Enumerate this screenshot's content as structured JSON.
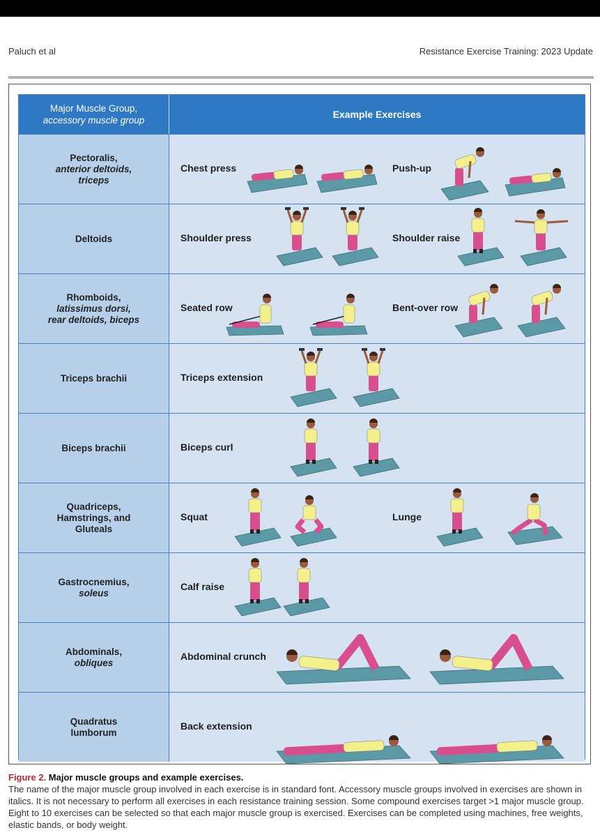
{
  "header": {
    "left": "Paluch et al",
    "right": "Resistance Exercise Training: 2023 Update"
  },
  "table": {
    "col1_header_line1": "Major Muscle Group,",
    "col1_header_line2": "accessory muscle group",
    "col2_header": "Example Exercises",
    "rows": [
      {
        "major": [
          "Pectoralis,"
        ],
        "accessory": [
          "anterior deltoids,",
          "triceps"
        ],
        "exercises": [
          "Chest press",
          "Push-up"
        ]
      },
      {
        "major": [
          "Deltoids"
        ],
        "accessory": [],
        "exercises": [
          "Shoulder press",
          "Shoulder raise"
        ]
      },
      {
        "major": [
          "Rhomboids,"
        ],
        "accessory": [
          "latissimus dorsi,",
          "rear deltoids, biceps"
        ],
        "exercises": [
          "Seated row",
          "Bent-over row"
        ]
      },
      {
        "major": [
          "Triceps brachii"
        ],
        "accessory": [],
        "exercises": [
          "Triceps extension"
        ]
      },
      {
        "major": [
          "Biceps brachii"
        ],
        "accessory": [],
        "exercises": [
          "Biceps curl"
        ]
      },
      {
        "major": [
          "Quadriceps,",
          "Hamstrings, and",
          "Gluteals"
        ],
        "accessory": [],
        "exercises": [
          "Squat",
          "Lunge"
        ]
      },
      {
        "major": [
          "Gastrocnemius,"
        ],
        "accessory": [
          "soleus"
        ],
        "exercises": [
          "Calf raise"
        ]
      },
      {
        "major": [
          "Abdominals,"
        ],
        "accessory": [
          "obliques"
        ],
        "exercises": [
          "Abdominal crunch"
        ]
      },
      {
        "major": [
          "Quadratus",
          "lumborum"
        ],
        "accessory": [],
        "exercises": [
          "Back extension"
        ]
      }
    ]
  },
  "caption": {
    "figure_number": "Figure 2.",
    "title": " Major muscle groups and example exercises.",
    "body": "The name of the major muscle group involved in each exercise is in standard font. Accessory muscle groups involved in exercises are shown in italics. It is not necessary to perform all exercises in each resistance training session. Some compound exercises target >1 major muscle group. Eight to 10 exercises can be selected so that each major muscle group is exercised. Exercises can be completed using machines, free weights, elastic bands, or body weight."
  },
  "colors": {
    "header_blue": "#2f78c4",
    "col1_blue": "#b7d0ea",
    "col2_blue": "#d4e2f2",
    "mat_teal": "#5b99a6",
    "shirt_yellow": "#f3ef8b",
    "pants_pink": "#d94f8e",
    "figure_red": "#c0262d"
  }
}
